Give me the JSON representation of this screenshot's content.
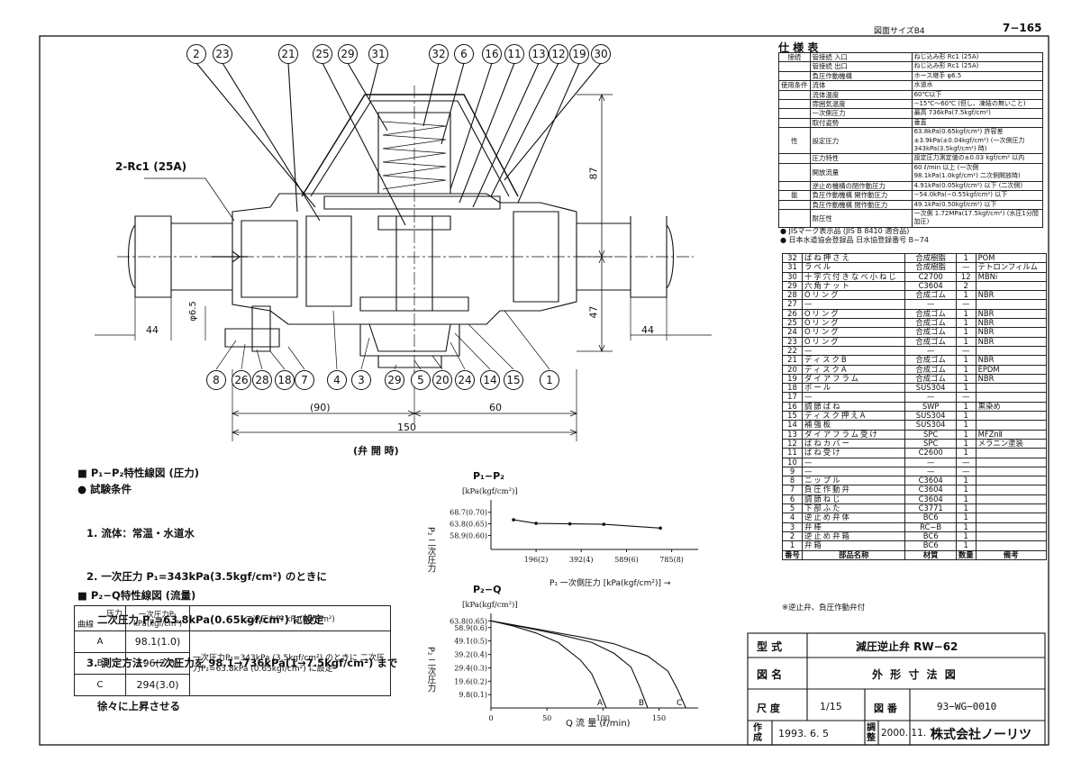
{
  "header": {
    "size_label": "図面サイズB4",
    "page_no": "7−165"
  },
  "drawing": {
    "callouts_top": [
      "2",
      "23",
      "21",
      "25",
      "29",
      "31",
      "32",
      "6",
      "16",
      "11",
      "13",
      "12",
      "19",
      "30"
    ],
    "callouts_bottom": [
      "8",
      "26",
      "28",
      "18",
      "7",
      "4",
      "3",
      "29",
      "5",
      "20",
      "24",
      "14",
      "15",
      "1"
    ],
    "thread_label": "2-Rc1 (25A)",
    "dims": {
      "d87": "87",
      "d47": "47",
      "d44_left": "44",
      "d44_right": "44",
      "phi": "φ6.5",
      "d90": "(90)",
      "d60": "60",
      "d150": "150",
      "open_label": "(弁 開 時)"
    }
  },
  "spec_table": {
    "title": "仕 様 表",
    "rows": [
      [
        "接続",
        "管接続 入口",
        "ねじ込み形 Rc1 (25A)"
      ],
      [
        "",
        "管接続 出口",
        "ねじ込み形 Rc1 (25A)"
      ],
      [
        "",
        "負圧作動機構",
        "ホース継手 φ6.5"
      ],
      [
        "使用条件",
        "流体",
        "水道水"
      ],
      [
        "",
        "流体温度",
        "60℃以下"
      ],
      [
        "",
        "雰囲気温度",
        "−15℃〜60℃ (但し、凍結の無いこと)"
      ],
      [
        "",
        "一次側圧力",
        "最高 736kPa(7.5kgf/cm²)"
      ],
      [
        "",
        "取付姿勢",
        "垂直"
      ],
      [
        "性",
        "設定圧力",
        "63.8kPa(0.65kgf/cm²) 許容差±3.9kPa(±0.04kgf/cm²) (一次側圧力 343kPa(3.5kgf/cm²) 時)"
      ],
      [
        "",
        "圧力特性",
        "設定圧力測定値の±0.03 kgf/cm² 以内"
      ],
      [
        "",
        "開放流量",
        "60 ℓ/min 以上 (一次側 98.1kPa(1.0kgf/cm²) 二次側開放時)"
      ],
      [
        "",
        "逆止め機構の閉作動圧力",
        "4.91kPa(0.05kgf/cm²) 以下 (二次側)"
      ],
      [
        "能",
        "負圧作動機構 開作動圧力",
        "−54.0kPa(−0.55kgf/cm²) 以下"
      ],
      [
        "",
        "負圧作動機構 閉作動圧力",
        "49.1kPa(0.50kgf/cm²) 以下"
      ],
      [
        "",
        "耐圧性",
        "一次側 1.72MPa(17.5kgf/cm²) (水圧1分間加圧)"
      ]
    ],
    "notes": [
      "● JISマーク表示品 (JIS B 8410 適合品)",
      "● 日本水道協会登録品 日水協登録番号 B−74"
    ]
  },
  "parts_table": {
    "rows": [
      [
        "32",
        "ばね押さえ",
        "合成樹脂",
        "1",
        "POM"
      ],
      [
        "31",
        "ラベル",
        "合成樹脂",
        "—",
        "テトロンフィルム"
      ],
      [
        "30",
        "十字穴付きなべ小ねじ",
        "C2700",
        "12",
        "MBNi"
      ],
      [
        "29",
        "六角ナット",
        "C3604",
        "2",
        ""
      ],
      [
        "28",
        "Oリング",
        "合成ゴム",
        "1",
        "NBR"
      ],
      [
        "27",
        "—",
        "—",
        "—",
        ""
      ],
      [
        "26",
        "Oリング",
        "合成ゴム",
        "1",
        "NBR"
      ],
      [
        "25",
        "Oリング",
        "合成ゴム",
        "1",
        "NBR"
      ],
      [
        "24",
        "Oリング",
        "合成ゴム",
        "1",
        "NBR"
      ],
      [
        "23",
        "Oリング",
        "合成ゴム",
        "1",
        "NBR"
      ],
      [
        "22",
        "—",
        "—",
        "—",
        ""
      ],
      [
        "21",
        "ディスクB",
        "合成ゴム",
        "1",
        "NBR"
      ],
      [
        "20",
        "ディスクA",
        "合成ゴム",
        "1",
        "EPDM"
      ],
      [
        "19",
        "ダイアフラム",
        "合成ゴム",
        "1",
        "NBR"
      ],
      [
        "18",
        "ボール",
        "SUS304",
        "1",
        ""
      ],
      [
        "17",
        "—",
        "—",
        "—",
        ""
      ],
      [
        "16",
        "調節ばね",
        "SWP",
        "1",
        "黒染め"
      ],
      [
        "15",
        "ディスク押えA",
        "SUS304",
        "1",
        ""
      ],
      [
        "14",
        "補強板",
        "SUS304",
        "1",
        ""
      ],
      [
        "13",
        "ダイアフラム受け",
        "SPC",
        "1",
        "MFZnⅡ"
      ],
      [
        "12",
        "ばねカバー",
        "SPC",
        "1",
        "メラニン塗装"
      ],
      [
        "11",
        "ばね受け",
        "C2600",
        "1",
        ""
      ],
      [
        "10",
        "—",
        "—",
        "—",
        ""
      ],
      [
        "9",
        "—",
        "—",
        "—",
        ""
      ],
      [
        "8",
        "ニップル",
        "C3604",
        "1",
        ""
      ],
      [
        "7",
        "負圧作動弁",
        "C3604",
        "1",
        ""
      ],
      [
        "6",
        "調節ねじ",
        "C3604",
        "1",
        ""
      ],
      [
        "5",
        "下部ふた",
        "C3771",
        "1",
        ""
      ],
      [
        "4",
        "逆止め弁体",
        "BC6",
        "1",
        ""
      ],
      [
        "3",
        "弁棒",
        "RC−B",
        "1",
        ""
      ],
      [
        "2",
        "逆止め弁箱",
        "BC6",
        "1",
        ""
      ],
      [
        "1",
        "弁箱",
        "BC6",
        "1",
        ""
      ]
    ],
    "header": [
      "番号",
      "部品名称",
      "材質",
      "数量",
      "備考"
    ],
    "note": "※逆止弁、負圧作動弁付"
  },
  "title_block": {
    "type_label": "型 式",
    "type_value": "減圧逆止弁 RW−62",
    "drawing_label": "図 名",
    "drawing_value": "外 形 寸 法 図",
    "scale_label": "尺 度",
    "scale_value": "1/15",
    "number_label": "図 番",
    "number_value": "93−WG−0010",
    "made_label": "作成",
    "made_date": "1993. 6. 5",
    "revised_label": "調整",
    "revised_date": "2000. 11. 7",
    "company": "株式会社ノーリツ"
  },
  "test": {
    "heading": "■ P₁−P₂特性線図 (圧力)",
    "conditions_title": "● 試験条件",
    "items": [
      "1. 流体：常温・水道水",
      "2. 一次圧力 P₁=343kPa(3.5kgf/cm²) のときに",
      "   二次圧力 P₂=63.8kPa(0.65kgf/cm²) に設定",
      "3. 測定方法：一次圧力を 98.1→736kPa(1→7.5kgf/cm²) まで",
      "   徐々に上昇させる"
    ],
    "q_heading": "■ P₂−Q特性線図 (流量)",
    "q_table": {
      "h_pressure": "圧力",
      "h_curve": "曲線",
      "h_p1": "一次圧力P₁ kPa(kgf/cm²)",
      "h_p2": "二次圧力P₂ kPa(kgf/cm²)",
      "rows": [
        [
          "A",
          "98.1(1.0)"
        ],
        [
          "B",
          "196(2.0)"
        ],
        [
          "C",
          "294(3.0)"
        ]
      ],
      "note": "一次圧力P₁=343kPa (3.5kgf/cm²) のときに 二次圧力P₂=63.8kPa (0.65kgf/cm²) に設定"
    }
  },
  "chart_data": [
    {
      "type": "line",
      "title": "P₁−P₂",
      "unit_label": "[kPa(kgf/cm²)]",
      "ylabel": "P₂ 二次圧力",
      "xlabel": "P₁ 一次側圧力 [kPa(kgf/cm²)] →",
      "x_ticks": [
        "196(2)",
        "392(4)",
        "589(6)",
        "785(8)"
      ],
      "x_tick_values": [
        196,
        392,
        589,
        785
      ],
      "y_ticks": [
        "68.7(0.70)",
        "63.8(0.65)",
        "58.9(0.60)"
      ],
      "y_tick_values": [
        68.7,
        63.8,
        58.9
      ],
      "xlim": [
        0,
        900
      ],
      "ylim": [
        53,
        72
      ],
      "series": [
        {
          "x": [
            98.1,
            196,
            343,
            490,
            736
          ],
          "values": [
            65.5,
            64.0,
            63.8,
            63.6,
            62.0
          ]
        }
      ]
    },
    {
      "type": "line",
      "title": "P₂−Q",
      "unit_label": "[kPa(kgf/cm²)]",
      "ylabel": "P₂ 二次圧力",
      "xlabel": "Q 流 量 (ℓ/min)",
      "x_ticks": [
        "0",
        "50",
        "100",
        "150"
      ],
      "x_tick_values": [
        0,
        50,
        100,
        150
      ],
      "y_ticks": [
        "63.8(0.65)",
        "58.9(0.6)",
        "49.1(0.5)",
        "39.2(0.4)",
        "29.4(0.3)",
        "19.6(0.2)",
        "9.8(0.1)"
      ],
      "y_tick_values": [
        63.8,
        58.9,
        49.1,
        39.2,
        29.4,
        19.6,
        9.8
      ],
      "xlim": [
        0,
        185
      ],
      "ylim": [
        0,
        66
      ],
      "series": [
        {
          "name": "A",
          "x": [
            0,
            20,
            40,
            60,
            80,
            90,
            97,
            103
          ],
          "values": [
            63.8,
            60,
            55,
            48,
            35,
            25,
            12,
            0
          ]
        },
        {
          "name": "B",
          "x": [
            0,
            30,
            60,
            90,
            110,
            125,
            133,
            140
          ],
          "values": [
            63.8,
            59,
            54,
            48,
            40,
            30,
            15,
            0
          ]
        },
        {
          "name": "C",
          "x": [
            0,
            40,
            80,
            110,
            140,
            158,
            167,
            174
          ],
          "values": [
            63.8,
            58,
            52,
            47,
            38,
            27,
            13,
            0
          ]
        }
      ]
    }
  ]
}
